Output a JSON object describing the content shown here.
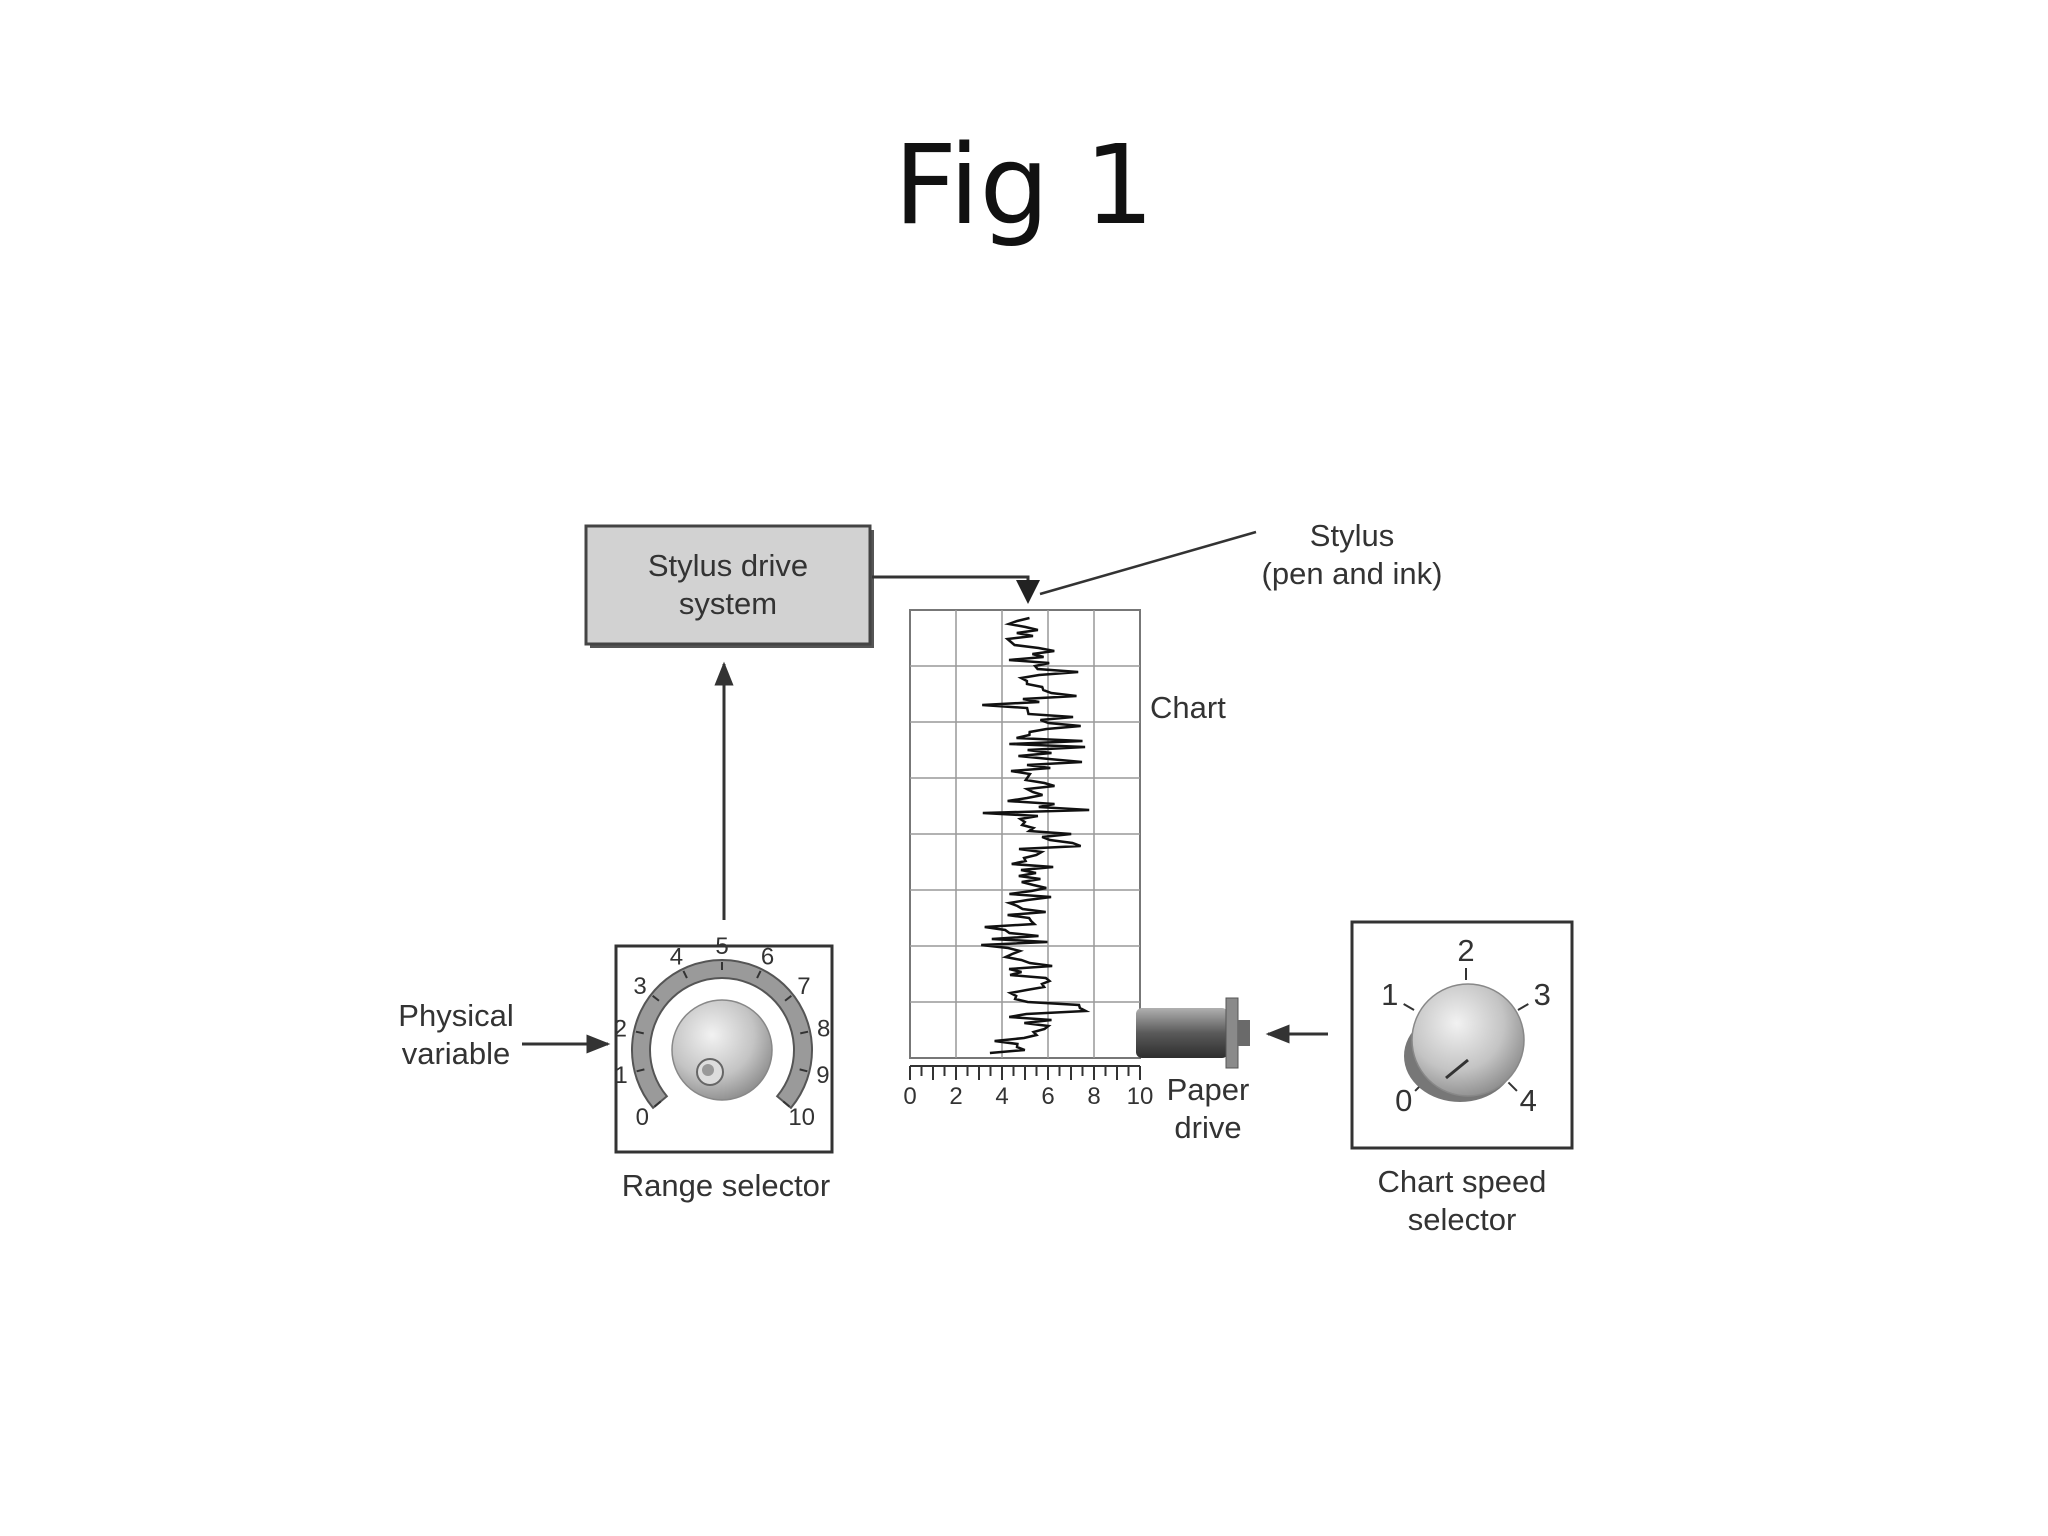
{
  "title": "Fig 1",
  "labels": {
    "stylus_drive_line1": "Stylus drive",
    "stylus_drive_line2": "system",
    "stylus_line1": "Stylus",
    "stylus_line2": "(pen and ink)",
    "chart": "Chart",
    "paper_drive_line1": "Paper",
    "paper_drive_line2": "drive",
    "physical_variable_line1": "Physical",
    "physical_variable_line2": "variable",
    "range_selector": "Range selector",
    "chart_speed_line1": "Chart speed",
    "chart_speed_line2": "selector"
  },
  "range_scale": [
    "0",
    "1",
    "2",
    "3",
    "4",
    "5",
    "6",
    "7",
    "8",
    "9",
    "10"
  ],
  "chart_axis": [
    "0",
    "2",
    "4",
    "6",
    "8",
    "10"
  ],
  "speed_scale": [
    "0",
    "1",
    "2",
    "3",
    "4"
  ],
  "colors": {
    "box_fill": "#d2d2d2",
    "line": "#333333",
    "knob": "#c8c8c8"
  }
}
